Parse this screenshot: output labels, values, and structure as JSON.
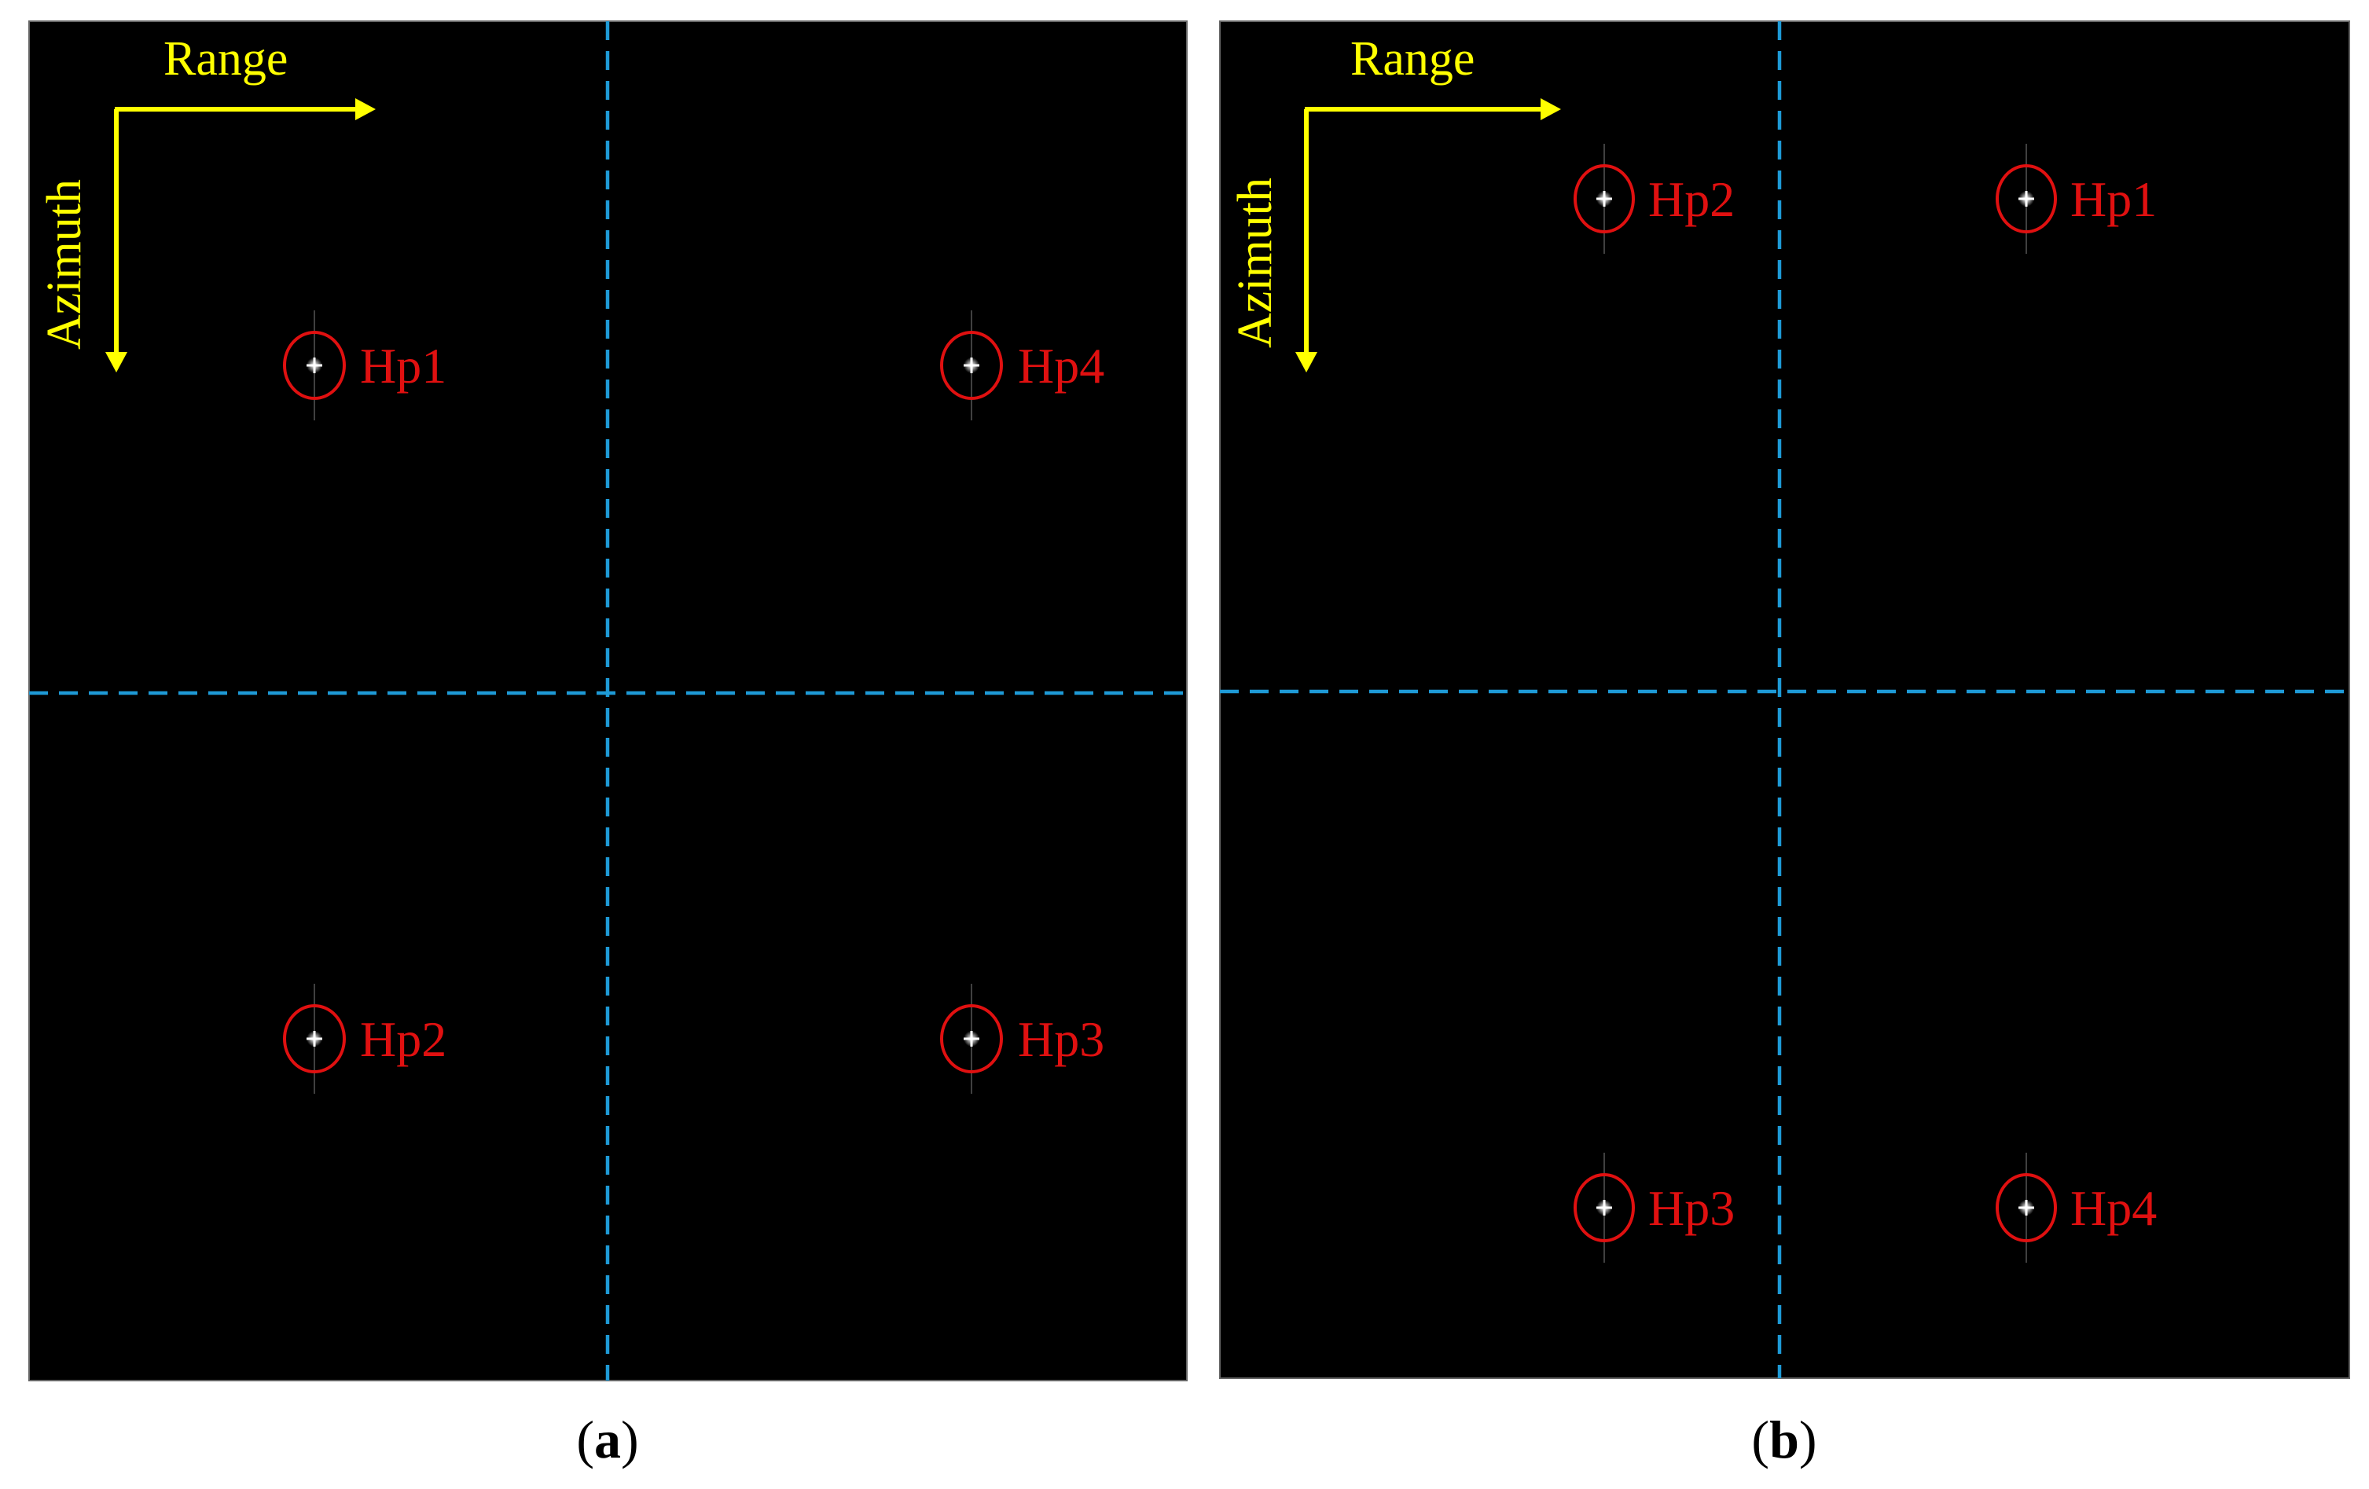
{
  "colors": {
    "background": "#000000",
    "axis_arrow": "#ffff00",
    "divider": "#1e9ad6",
    "marker": "#e01010",
    "target": "#ffffff"
  },
  "axis_labels": {
    "range": "Range",
    "azimuth": "Azimuth"
  },
  "panels": [
    {
      "id": "a",
      "label_open": "(",
      "label_letter": "a",
      "label_close": ")",
      "targets": [
        {
          "name": "Hp1"
        },
        {
          "name": "Hp4"
        },
        {
          "name": "Hp2"
        },
        {
          "name": "Hp3"
        }
      ]
    },
    {
      "id": "b",
      "label_open": "(",
      "label_letter": "b",
      "label_close": ")",
      "targets": [
        {
          "name": "Hp2"
        },
        {
          "name": "Hp1"
        },
        {
          "name": "Hp3"
        },
        {
          "name": "Hp4"
        }
      ]
    }
  ]
}
